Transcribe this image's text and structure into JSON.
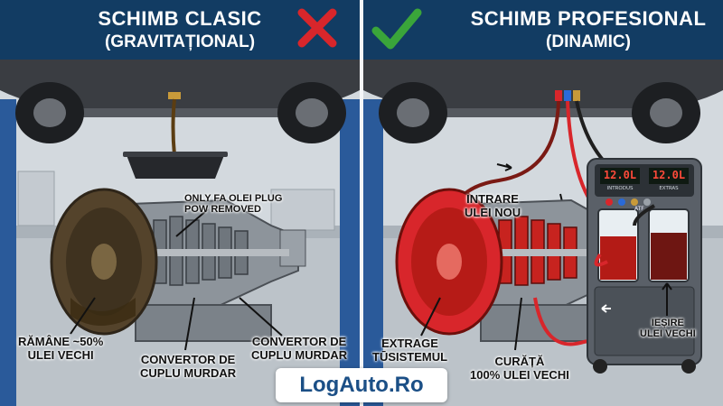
{
  "left": {
    "title_line1": "SCHIMB CLASIC",
    "title_line2": "(GRAVITAȚIONAL)",
    "status_icon": "cross-icon",
    "labels": {
      "plug": [
        "ONLY FA OLEI PLUG",
        "POW REMOVED"
      ],
      "remains": [
        "RĂMÂNE ~50%",
        "ULEI VECHI"
      ],
      "converter_a": [
        "CONVERTOR DE",
        "CUPLU MURDAR"
      ],
      "converter_b": [
        "CONVERTOR DE",
        "CUPLU MURDAR"
      ]
    }
  },
  "right": {
    "title_line1": "SCHIMB PROFESIONAL",
    "title_line2": "(DINAMIC)",
    "status_icon": "check-icon",
    "labels": {
      "intake": [
        "INTRARE",
        "ULEI NOU"
      ],
      "extract": [
        "EXTRAGE",
        "TŪSISTEMUL"
      ],
      "clean": [
        "CURĂȚĂ",
        "100% ULEI VECHI"
      ],
      "exit": [
        "IEȘIRE",
        "ULEI VECHI"
      ]
    },
    "machine": {
      "display_left_value": "12.0",
      "display_left_unit": "L",
      "display_left_caption": "INTRODUS",
      "display_right_value": "12.0",
      "display_right_unit": "L",
      "display_right_caption": "EXTRAS",
      "tank_label": "ATF"
    }
  },
  "brand": "LogAuto.Ro",
  "colors": {
    "header_bg": "#123c63",
    "cross": "#d8262b",
    "check": "#3aa53a",
    "brand_text": "#1b4f86",
    "new_oil": "#d8262b",
    "old_oil": "#7a1a14"
  }
}
